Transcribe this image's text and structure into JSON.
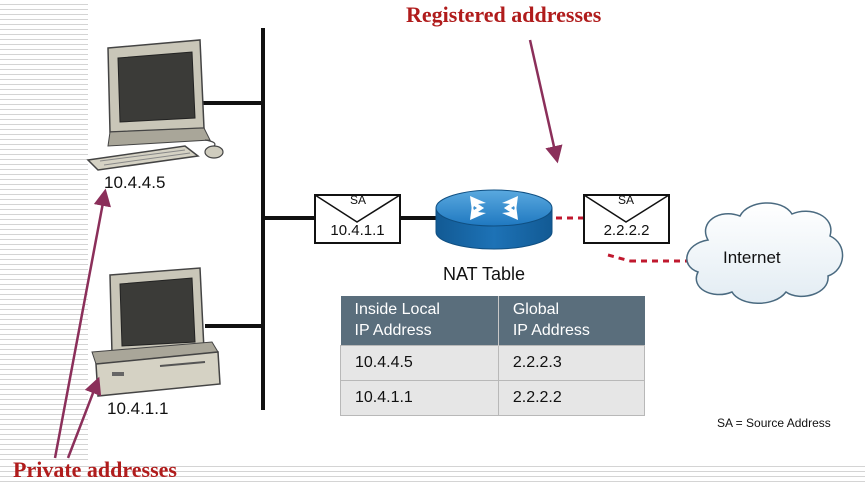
{
  "title_registered": "Registered addresses",
  "title_private": "Private addresses",
  "pc_top_ip": "10.4.4.5",
  "pc_bottom_ip": "10.4.1.1",
  "packet_inside": {
    "label": "SA",
    "address": "10.4.1.1"
  },
  "packet_outside": {
    "label": "SA",
    "address": "2.2.2.2"
  },
  "cloud_label": "Internet",
  "nat_table": {
    "title": "NAT Table",
    "headers": [
      [
        "Inside Local",
        "IP Address"
      ],
      [
        "Global",
        "IP Address"
      ]
    ],
    "rows": [
      [
        "10.4.4.5",
        "2.2.2.3"
      ],
      [
        "10.4.1.1",
        "2.2.2.2"
      ]
    ]
  },
  "footnote": "SA = Source Address",
  "colors": {
    "accent_red": "#b01c1c",
    "arrow": "#8b2f5a",
    "router": "#1a6fb0",
    "table_header": "#5a6e7c"
  }
}
